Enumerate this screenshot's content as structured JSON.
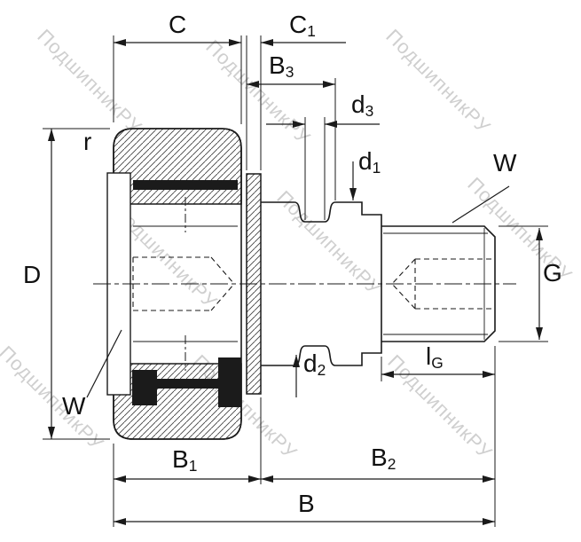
{
  "watermark": {
    "text": "ПодшипникРУ"
  },
  "labels": {
    "c": {
      "main": "C",
      "sub": ""
    },
    "c1": {
      "main": "C",
      "sub": "1"
    },
    "b3": {
      "main": "B",
      "sub": "3"
    },
    "d3": {
      "main": "d",
      "sub": "3"
    },
    "d1": {
      "main": "d",
      "sub": "1"
    },
    "w_right": {
      "main": "W",
      "sub": ""
    },
    "r": {
      "main": "r",
      "sub": ""
    },
    "d_outer": {
      "main": "D",
      "sub": ""
    },
    "g": {
      "main": "G",
      "sub": ""
    },
    "d2": {
      "main": "d",
      "sub": "2"
    },
    "lg": {
      "main": "l",
      "sub": "G"
    },
    "b1": {
      "main": "B",
      "sub": "1"
    },
    "b2": {
      "main": "B",
      "sub": "2"
    },
    "b": {
      "main": "B",
      "sub": ""
    },
    "w_left": {
      "main": "W",
      "sub": ""
    }
  },
  "colors": {
    "line": "#1a1a1a",
    "seal": "#1b1b1b",
    "watermark_gray": "#808080"
  }
}
